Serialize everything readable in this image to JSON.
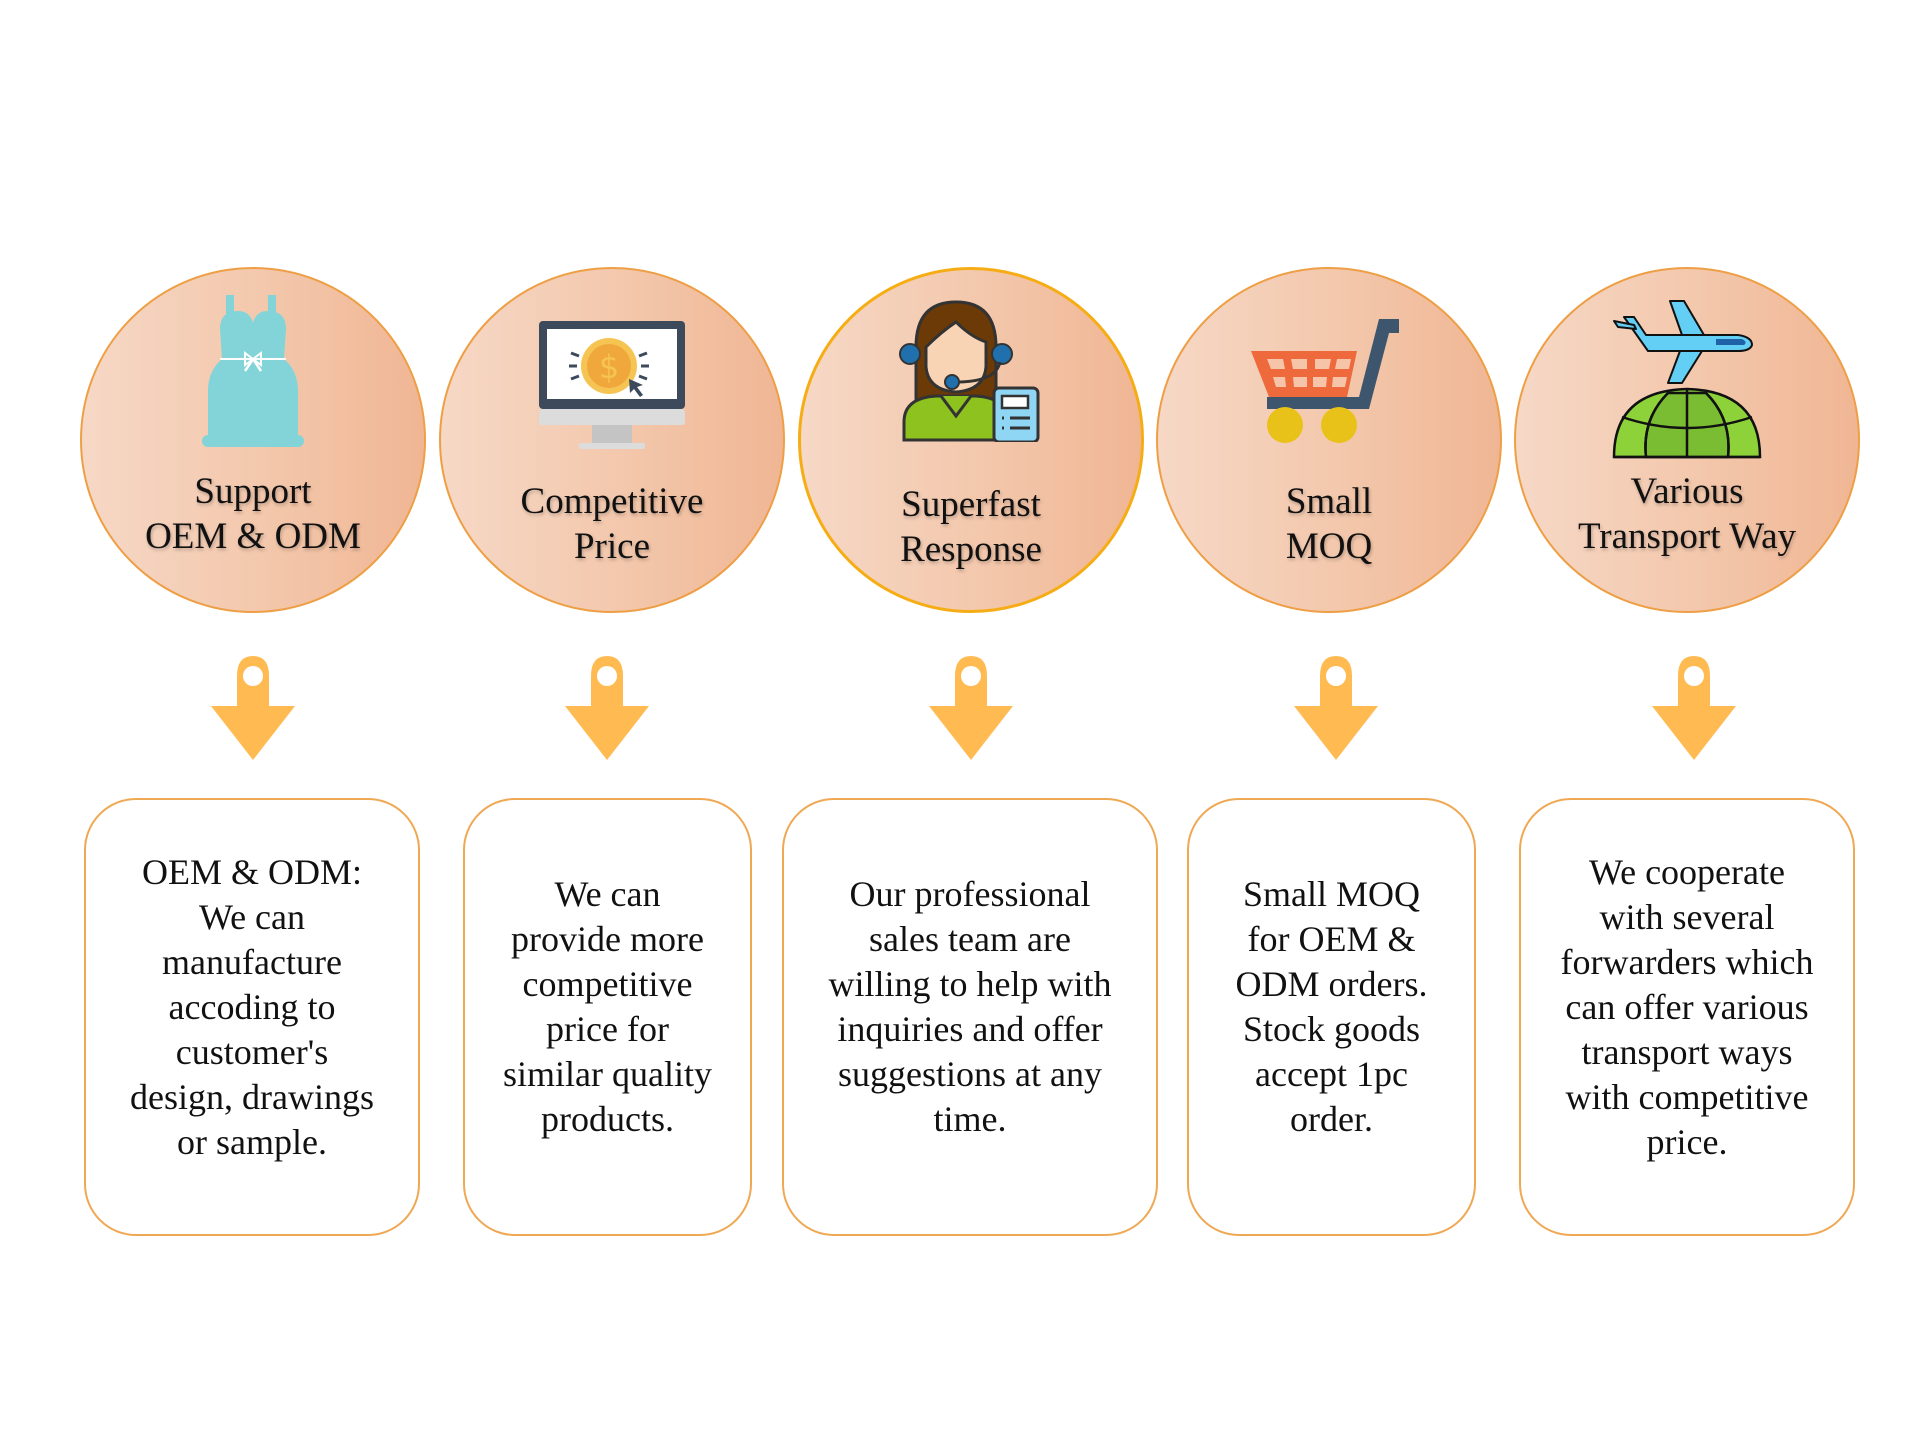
{
  "colors": {
    "circle_border": "#ee9f45",
    "circle_border_highlight": "#f6ad15",
    "circle_fill_light": "#f6d8c6",
    "circle_fill_dark": "#f0b694",
    "arrow": "#ffbb52",
    "box_border": "#efa853"
  },
  "features": [
    {
      "icon": "dress-icon",
      "title": "Support\nOEM & ODM",
      "description": "OEM & ODM:\nWe can\nmanufacture\naccoding to\ncustomer's\ndesign, drawings\nor sample."
    },
    {
      "icon": "monitor-dollar-icon",
      "title": "Competitive\nPrice",
      "description": "We can\nprovide more\ncompetitive\nprice for\nsimilar quality\nproducts."
    },
    {
      "icon": "customer-service-agent-icon",
      "title": "Superfast\nResponse",
      "description": "Our professional\nsales team are\nwilling to help with\ninquiries and offer\nsuggestions at any\ntime."
    },
    {
      "icon": "shopping-cart-icon",
      "title": "Small\nMOQ",
      "description": "Small MOQ\nfor OEM &\nODM orders.\nStock goods\naccept 1pc\norder."
    },
    {
      "icon": "airplane-globe-icon",
      "title": "Various\nTransport Way",
      "description": "We cooperate\nwith several\nforwarders which\ncan offer various\ntransport ways\nwith competitive\nprice."
    }
  ]
}
